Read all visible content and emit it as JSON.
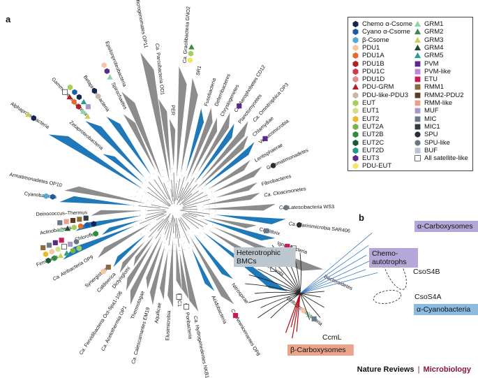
{
  "panels": {
    "a": "a",
    "b": "b"
  },
  "legend": [
    {
      "label": "Chemo α-Csome",
      "shape": "hexagon",
      "color": "#16254f"
    },
    {
      "label": "Cyano α-Csome",
      "shape": "hexagon",
      "color": "#1c5da8"
    },
    {
      "label": "β-Csome",
      "shape": "hexagon",
      "color": "#5aa6d6"
    },
    {
      "label": "PDU1",
      "shape": "hexagon",
      "color": "#f6c6a3"
    },
    {
      "label": "PDU1A",
      "shape": "hexagon",
      "color": "#ea6a2a"
    },
    {
      "label": "PDU1B",
      "shape": "hexagon",
      "color": "#b0202a"
    },
    {
      "label": "PDU1C",
      "shape": "hexagon",
      "color": "#d23a4a"
    },
    {
      "label": "PDU1D",
      "shape": "hexagon",
      "color": "#e48a8a"
    },
    {
      "label": "PDU-GRM",
      "shape": "triangle",
      "color": "#b01c24"
    },
    {
      "label": "PDU-like-PDU3",
      "shape": "hexagon",
      "color": "#c9b8a6"
    },
    {
      "label": "EUT",
      "shape": "hexagon",
      "color": "#a6cf5a"
    },
    {
      "label": "EUT1",
      "shape": "hexagon",
      "color": "#cfe08a"
    },
    {
      "label": "EUT2",
      "shape": "hexagon",
      "color": "#f0b72c"
    },
    {
      "label": "EUT2A",
      "shape": "hexagon",
      "color": "#7bb24a"
    },
    {
      "label": "EUT2B",
      "shape": "hexagon",
      "color": "#2f8a3a"
    },
    {
      "label": "EUT2C",
      "shape": "hexagon",
      "color": "#1a5a32"
    },
    {
      "label": "EUT2D",
      "shape": "hexagon",
      "color": "#1d9a8a"
    },
    {
      "label": "EUT3",
      "shape": "hexagon",
      "color": "#5a2a8a"
    },
    {
      "label": "PDU-EUT",
      "shape": "hexagon",
      "color": "#f2e66a"
    },
    {
      "label": "GRM1",
      "shape": "triangle",
      "color": "#8fd3a6"
    },
    {
      "label": "GRM2",
      "shape": "triangle",
      "color": "#3a8a4a"
    },
    {
      "label": "GRM3",
      "shape": "triangle",
      "color": "#c7cf5a"
    },
    {
      "label": "GRM4",
      "shape": "triangle",
      "color": "#1a4a2a"
    },
    {
      "label": "GRM5",
      "shape": "triangle",
      "color": "#2aa08a"
    },
    {
      "label": "PVM",
      "shape": "square",
      "color": "#5a2a8a"
    },
    {
      "label": "PVM-like",
      "shape": "square",
      "color": "#b98acf"
    },
    {
      "label": "ETU",
      "shape": "square",
      "color": "#c81a5a"
    },
    {
      "label": "RMM1",
      "shape": "square",
      "color": "#8a6a3a"
    },
    {
      "label": "RMM2-PDU2",
      "shape": "square",
      "color": "#5a3a22"
    },
    {
      "label": "RMM-like",
      "shape": "square",
      "color": "#e8a08a"
    },
    {
      "label": "MUF",
      "shape": "square",
      "color": "#a898c8"
    },
    {
      "label": "MIC",
      "shape": "square",
      "color": "#6a7a8a"
    },
    {
      "label": "MIC1",
      "shape": "square",
      "color": "#333a40"
    },
    {
      "label": "SPU",
      "shape": "circle",
      "color": "#2a2e33"
    },
    {
      "label": "SPU-like",
      "shape": "circle",
      "color": "#6a7680"
    },
    {
      "label": "BUF",
      "shape": "square",
      "color": "#b8c4d0"
    },
    {
      "label": "All satellite-like",
      "shape": "square",
      "color": "#ffffff"
    }
  ],
  "tree_labels": [
    {
      "text": "Ca. Microgenomates OP11",
      "italic_prefix": true,
      "angle": -83,
      "color": "#111"
    },
    {
      "text": "Ca. Parcubacteria OD1",
      "italic_prefix": true,
      "angle": -77
    },
    {
      "text": "Epsilonproteobacteria",
      "angle": -70
    },
    {
      "text": "PER",
      "angle": -82
    },
    {
      "text": "Ca. Gracilibacteria GNO2",
      "italic_prefix": true,
      "angle": -80
    },
    {
      "text": "SR1",
      "angle": -78
    },
    {
      "text": "Spirochaetes",
      "angle": -58
    },
    {
      "text": "Betaproteobacteria",
      "angle": -52
    },
    {
      "text": "Gammaproteobacteria",
      "angle": -45
    },
    {
      "text": "Alphaproteobacteria",
      "angle": -28
    },
    {
      "text": "Zetaproteobacteria",
      "angle": -38
    },
    {
      "text": "Fusobacteria",
      "angle": -70
    },
    {
      "text": "Deferribacteres",
      "angle": -65
    },
    {
      "text": "Chrysiogenetes",
      "angle": -60
    },
    {
      "text": "Ca. Aerophobetes CD12",
      "italic_prefix": true,
      "angle": -55
    },
    {
      "text": "Planctomycetes",
      "angle": -50
    },
    {
      "text": "Ca. Omnitrophica OP3",
      "italic_prefix": true,
      "angle": -45
    },
    {
      "text": "Chlamydiae",
      "angle": -40
    },
    {
      "text": "Verrucomicrobia",
      "angle": -34
    },
    {
      "text": "Lentisphaerae",
      "angle": -28
    },
    {
      "text": "Gemmatimonadetes",
      "angle": -20
    },
    {
      "text": "Fibrobacteres",
      "angle": -10
    },
    {
      "text": "Ca. Cloacimonetes",
      "italic_prefix": true,
      "angle": -5
    },
    {
      "text": "Armatimonadetes OP10",
      "angle": -5
    },
    {
      "text": "Cyanobacteria",
      "angle": -10
    },
    {
      "text": "Deinococcus–Thermus",
      "angle": 5
    },
    {
      "text": "Actinobacteria",
      "angle": -15
    },
    {
      "text": "Chloroflexi",
      "angle": -20
    },
    {
      "text": "Firmicutes",
      "angle": -25
    },
    {
      "text": "Ca. Latescibacteria WS3",
      "italic_prefix": true,
      "angle": 5
    },
    {
      "text": "Ca. Marinimicrobia SAR406",
      "italic_prefix": true,
      "angle": 10
    },
    {
      "text": "Caldithrix",
      "angle": 15
    },
    {
      "text": "Ignavibacteria",
      "angle": 20
    },
    {
      "text": "Chlorobi",
      "angle": 35
    },
    {
      "text": "Bacteroidetes",
      "angle": 35
    },
    {
      "text": "Deltaproteobacteria",
      "angle": 50
    },
    {
      "text": "Nitrospirae",
      "angle": 60
    },
    {
      "text": "Ca. Aminicenantes OP8",
      "italic_prefix": true,
      "angle": 65
    },
    {
      "text": "Acidobacteria",
      "angle": 70
    },
    {
      "text": "Ca. Hydrogenedentes NKB19",
      "italic_prefix": true,
      "angle": 78
    },
    {
      "text": "Ca. Poribacteria",
      "italic_prefix": true,
      "angle": 80
    },
    {
      "text": "BRC1",
      "angle": 82
    },
    {
      "text": "Elusimicrobia",
      "angle": 85
    },
    {
      "text": "Aquificae",
      "angle": 88
    },
    {
      "text": "Ca. Calescamantes EM19",
      "italic_prefix": true,
      "angle": -85
    },
    {
      "text": "Thermotogae",
      "angle": -80
    },
    {
      "text": "Ca. Acetothermia OP1",
      "italic_prefix": true,
      "angle": -75
    },
    {
      "text": "Ca. Fervidibacteria Oct-Spa1-106",
      "italic_prefix": true,
      "angle": -70
    },
    {
      "text": "Dictyoglomi",
      "angle": -65
    },
    {
      "text": "Caldiserica",
      "angle": -60
    },
    {
      "text": "Synergistetes",
      "angle": -55
    },
    {
      "text": "Ca. Atribacteria OP9",
      "italic_prefix": true,
      "angle": -35
    }
  ],
  "panel_b": {
    "labels": [
      {
        "key": "alpha_carboxysomes",
        "text": "α-Carboxysomes",
        "bg": "#b6a7d9"
      },
      {
        "key": "chemo",
        "text": "Chemo-\nautotrophs",
        "bg": "#b6a7d9"
      },
      {
        "key": "csos4b",
        "text": "CsoS4B",
        "bg": "none"
      },
      {
        "key": "csos4a",
        "text": "CsoS4A",
        "bg": "none"
      },
      {
        "key": "heterotrophic",
        "text": "Heterotrophic\nBMCs",
        "bg": "#bcc7cf"
      },
      {
        "key": "alpha_cyano",
        "text": "α-Cyanobacteria",
        "bg": "#8bbbe0"
      },
      {
        "key": "ccml",
        "text": "CcmL",
        "bg": "none"
      },
      {
        "key": "beta_carboxysomes",
        "text": "β-Carboxysomes",
        "bg": "#e9a48a"
      }
    ]
  },
  "footer": {
    "journal_part1": "Nature Reviews",
    "separator": "|",
    "journal_part2": "Microbiology"
  },
  "colors": {
    "grey_wedge": "#8c8c8c",
    "blue_wedge": "#1f79b8",
    "branch": "#666666",
    "red_branch": "#b0101a"
  }
}
